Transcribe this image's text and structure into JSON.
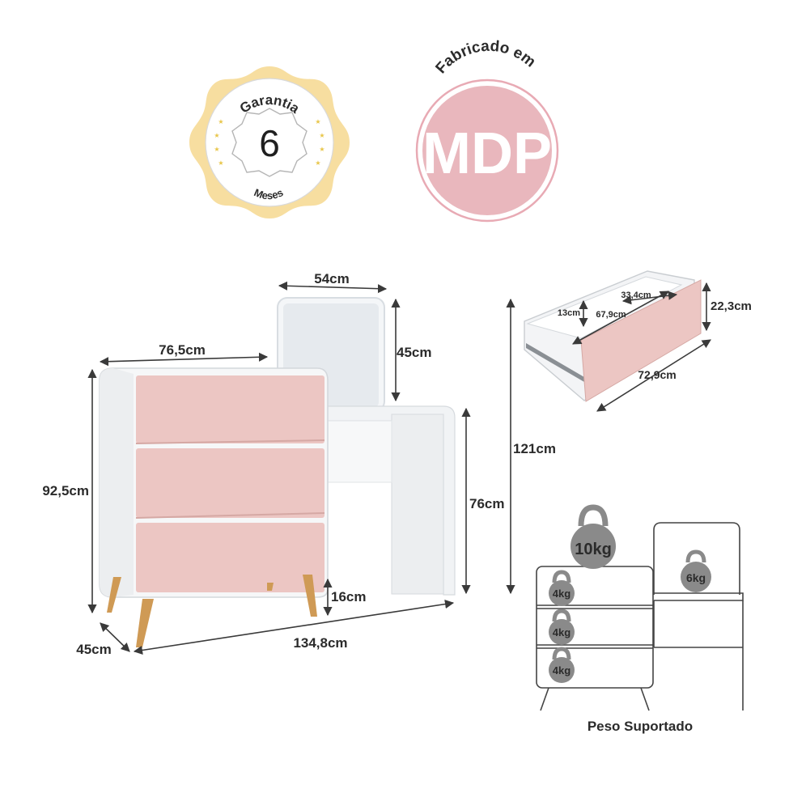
{
  "warranty": {
    "title": "Garantia",
    "number": "6",
    "unit": "Meses"
  },
  "material": {
    "caption": "Fabricado em",
    "name": "MDP"
  },
  "dimensions": {
    "mirror_width": "54cm",
    "mirror_height": "45cm",
    "dresser_width": "76,5cm",
    "dresser_height": "92,5cm",
    "desk_height": "76cm",
    "total_height": "121cm",
    "leg_height": "16cm",
    "depth": "45cm",
    "total_width": "134,8cm"
  },
  "drawer": {
    "inner_width": "33,4cm",
    "inner_height": "13cm",
    "inner_length": "67,9cm",
    "front_height": "22,3cm",
    "front_length": "72,9cm"
  },
  "weights": {
    "top": "10kg",
    "desk": "6kg",
    "drawer_1": "4kg",
    "drawer_2": "4kg",
    "drawer_3": "4kg",
    "caption": "Peso Suportado"
  },
  "colors": {
    "pink": "#e9b7bd",
    "drawer_pink": "#ecc6c3",
    "gold": "#f7dea0",
    "wood": "#cf9a55",
    "kettlebell": "#8a8a8a"
  }
}
